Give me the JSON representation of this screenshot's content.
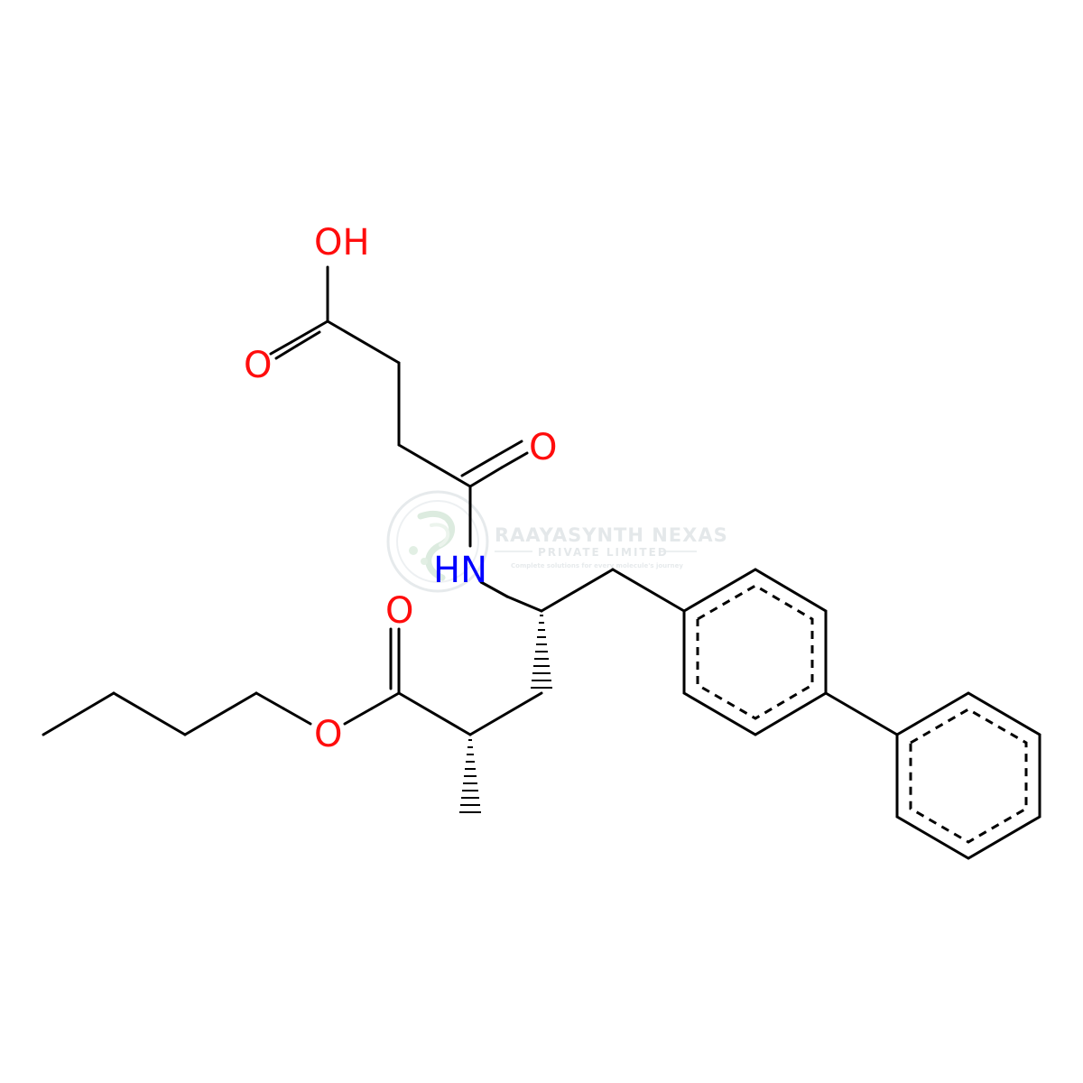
{
  "molecule": {
    "atoms": {
      "hydroxyl": "OH",
      "acid_carbonyl_o": "O",
      "amide_carbonyl_o": "O",
      "amide_nh": "HN",
      "ester_carbonyl_o": "O",
      "ester_o": "O"
    },
    "colors": {
      "oxygen": "#ff0d0d",
      "nitrogen": "#0000ff",
      "carbon": "#000000"
    }
  },
  "watermark": {
    "company": "RAAYASYNTH NEXAS",
    "subtitle": "PRIVATE LIMITED",
    "tagline": "Complete solutions for every molecule's journey"
  }
}
